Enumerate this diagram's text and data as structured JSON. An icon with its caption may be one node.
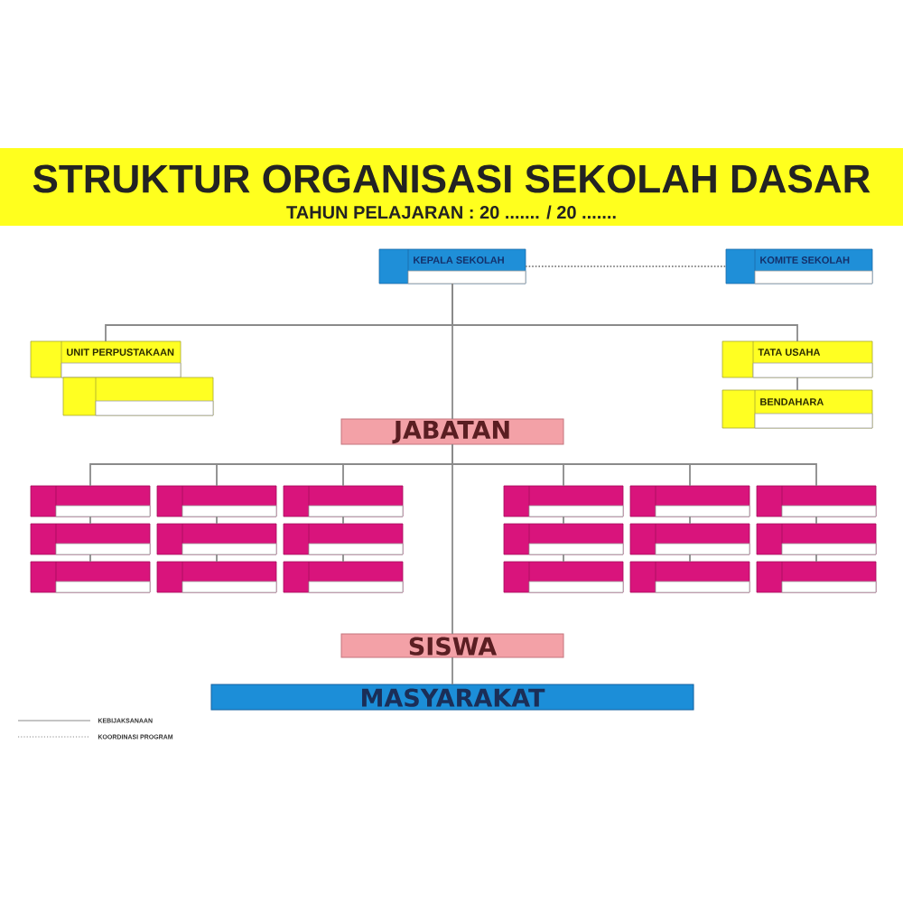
{
  "diagram": {
    "title": "STRUKTUR ORGANISASI SEKOLAH DASAR",
    "nodes": [
      {
        "text": [
          "KEPALA SEKOLAH"
        ]
      },
      {
        "text": [
          "KOMITE SEKOLAH"
        ]
      },
      {
        "text": [
          "UNIT PERPUSTAKAAN"
        ]
      },
      {
        "text": [],
        "shape": "box"
      },
      {
        "text": [
          "TATA USAHA"
        ]
      },
      {
        "text": [
          "BENDAHARA"
        ]
      },
      {
        "text": [
          "JABATAN"
        ]
      },
      {
        "text": [],
        "shape": "box"
      },
      {
        "text": [],
        "shape": "box"
      },
      {
        "text": [],
        "shape": "box"
      },
      {
        "text": [],
        "shape": "box"
      },
      {
        "text": [],
        "shape": "box"
      },
      {
        "text": [],
        "shape": "box"
      },
      {
        "text": [],
        "shape": "box"
      },
      {
        "text": [],
        "shape": "box"
      },
      {
        "text": [],
        "shape": "box"
      },
      {
        "text": [],
        "shape": "box"
      },
      {
        "text": [],
        "shape": "box"
      },
      {
        "text": [],
        "shape": "box"
      },
      {
        "text": [],
        "shape": "box"
      },
      {
        "text": [],
        "shape": "box"
      },
      {
        "text": [],
        "shape": "box"
      },
      {
        "text": [],
        "shape": "box"
      },
      {
        "text": [],
        "shape": "box"
      },
      {
        "text": [],
        "shape": "box"
      },
      {
        "text": [
          "SISWA"
        ]
      },
      {
        "text": [
          "MASYARAKAT"
        ]
      }
    ],
    "edges": [
      {
        "from": 0,
        "to": 1,
        "arrow": "none",
        "style": "dashed"
      },
      {
        "from": 0,
        "to": 2,
        "arrow": "none"
      },
      {
        "from": 0,
        "to": 4,
        "arrow": "none"
      },
      {
        "from": 4,
        "to": 5,
        "arrow": "none"
      },
      {
        "from": 0,
        "to": 6,
        "arrow": "none"
      },
      {
        "from": 6,
        "to": 7,
        "arrow": "none"
      },
      {
        "from": 6,
        "to": 8,
        "arrow": "none"
      },
      {
        "from": 6,
        "to": 9,
        "arrow": "none"
      },
      {
        "from": 6,
        "to": 10,
        "arrow": "none"
      },
      {
        "from": 6,
        "to": 11,
        "arrow": "none"
      },
      {
        "from": 6,
        "to": 12,
        "arrow": "none"
      },
      {
        "from": 7,
        "to": 13,
        "arrow": "none"
      },
      {
        "from": 13,
        "to": 19,
        "arrow": "none"
      },
      {
        "from": 8,
        "to": 14,
        "arrow": "none"
      },
      {
        "from": 14,
        "to": 20,
        "arrow": "none"
      },
      {
        "from": 9,
        "to": 15,
        "arrow": "none"
      },
      {
        "from": 15,
        "to": 21,
        "arrow": "none"
      },
      {
        "from": 10,
        "to": 16,
        "arrow": "none"
      },
      {
        "from": 16,
        "to": 22,
        "arrow": "none"
      },
      {
        "from": 11,
        "to": 17,
        "arrow": "none"
      },
      {
        "from": 17,
        "to": 23,
        "arrow": "none"
      },
      {
        "from": 12,
        "to": 18,
        "arrow": "none"
      },
      {
        "from": 18,
        "to": 24,
        "arrow": "none"
      },
      {
        "from": 6,
        "to": 25,
        "arrow": "none"
      },
      {
        "from": 25,
        "to": 26,
        "arrow": "none"
      }
    ],
    "labels": [
      "TAHUN PELAJARAN : 20 ....... / 20 ......."
    ],
    "legend": [
      {
        "text": "KEBIJAKSANAAN"
      },
      {
        "text": "KOORDINASI PROGRAM"
      }
    ]
  }
}
